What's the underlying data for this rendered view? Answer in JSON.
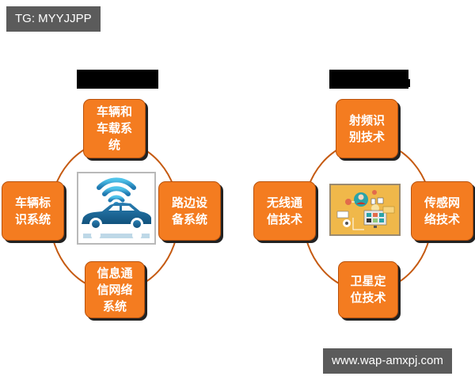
{
  "watermarks": {
    "top": "TG: MYYJJPP",
    "bottom": "www.wap-amxpj.com"
  },
  "colors": {
    "node_fill": "#f47c20",
    "ring_stroke": "#c55a11",
    "watermark_bg": "#5b5b5b",
    "car_blue": "#1f6d9e"
  },
  "left_diagram": {
    "title": "",
    "center_icon": "connected-car-wifi-icon",
    "nodes": {
      "top": "车辆和\n车载系\n统",
      "right": "路边设\n备系统",
      "bottom": "信息通\n信网络\n系统",
      "left": "车辆标\n识系统"
    }
  },
  "right_diagram": {
    "title": "",
    "center_icon": "iot-network-illustration-icon",
    "nodes": {
      "top": "射频识\n别技术",
      "right": "传感网\n络技术",
      "bottom": "卫星定\n位技术",
      "left": "无线通\n信技术"
    }
  }
}
